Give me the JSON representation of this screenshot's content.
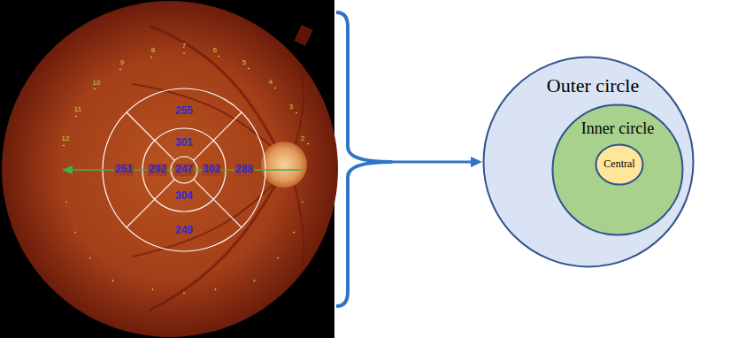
{
  "diagram": {
    "nodes": [
      {
        "text": [
          "Outer circle"
        ]
      },
      {
        "text": [
          "Inner circle"
        ],
        "in": 0
      },
      {
        "text": [
          "Central"
        ],
        "in": 1
      }
    ],
    "labels": [
      "255",
      "301",
      "251",
      "292",
      "247",
      "302",
      "288",
      "304",
      "249",
      "2",
      "3",
      "4",
      "5",
      "6",
      "7",
      "8",
      "9",
      "10",
      "11",
      "12"
    ]
  }
}
